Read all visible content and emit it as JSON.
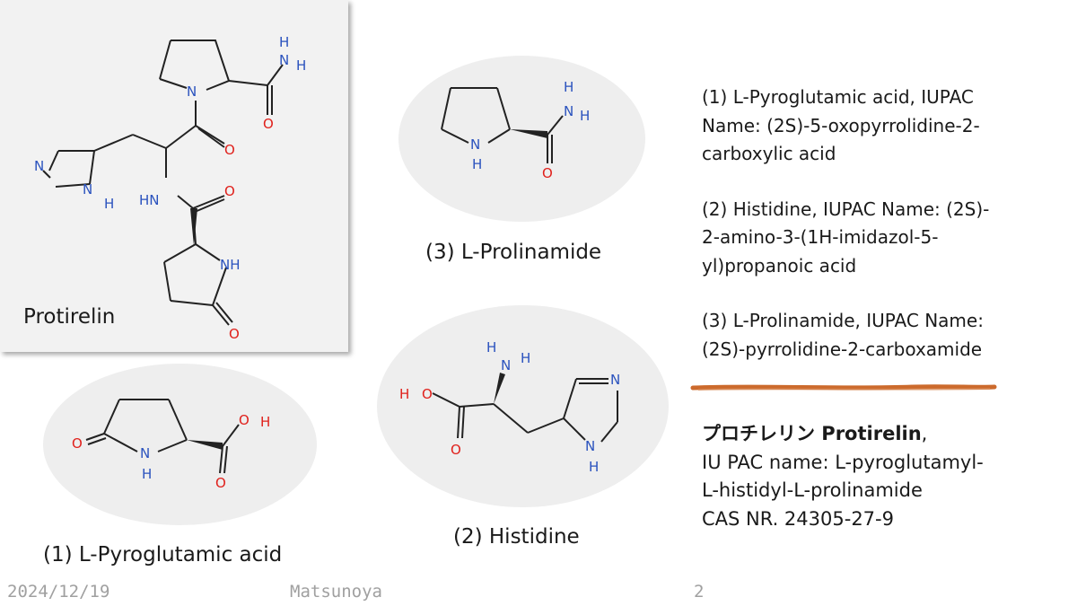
{
  "structures": {
    "protirelin_caption": "Protirelin",
    "prolinamide_caption": "(3) L-Prolinamide",
    "histidine_caption": "(2) Histidine",
    "pyroglutamic_caption": "(1) L-Pyroglutamic acid",
    "atom_labels": {
      "N": "N",
      "H": "H",
      "O": "O",
      "NH": "NH",
      "HN": "HN"
    }
  },
  "info": {
    "item1": [
      "(1) L-Pyroglutamic acid, IUPAC",
      "Name: (2S)-5-oxopyrrolidine-2-",
      "carboxylic acid"
    ],
    "item2": [
      "(2) Histidine, IUPAC Name: (2S)-",
      "2-amino-3-(1H-imidazol-5-",
      "yl)propanoic acid"
    ],
    "item3": [
      "(3) L-Prolinamide, IUPAC Name:",
      "(2S)-pyrrolidine-2-carboxamide"
    ],
    "summary_title_jp": "プロチレリン Protirelin",
    "summary_title_suffix": ",",
    "summary_lines": [
      "IU PAC name: L-pyroglutamyl-",
      "L-histidyl-L-prolinamide",
      "CAS NR. 24305-27-9"
    ]
  },
  "footer": {
    "date": "2024/12/19",
    "author": "Matsunoya",
    "page": "2"
  },
  "colors": {
    "nitrogen": "#2a52be",
    "oxygen": "#e0201b",
    "bond": "#222222",
    "divider": "#cc6a2c"
  }
}
